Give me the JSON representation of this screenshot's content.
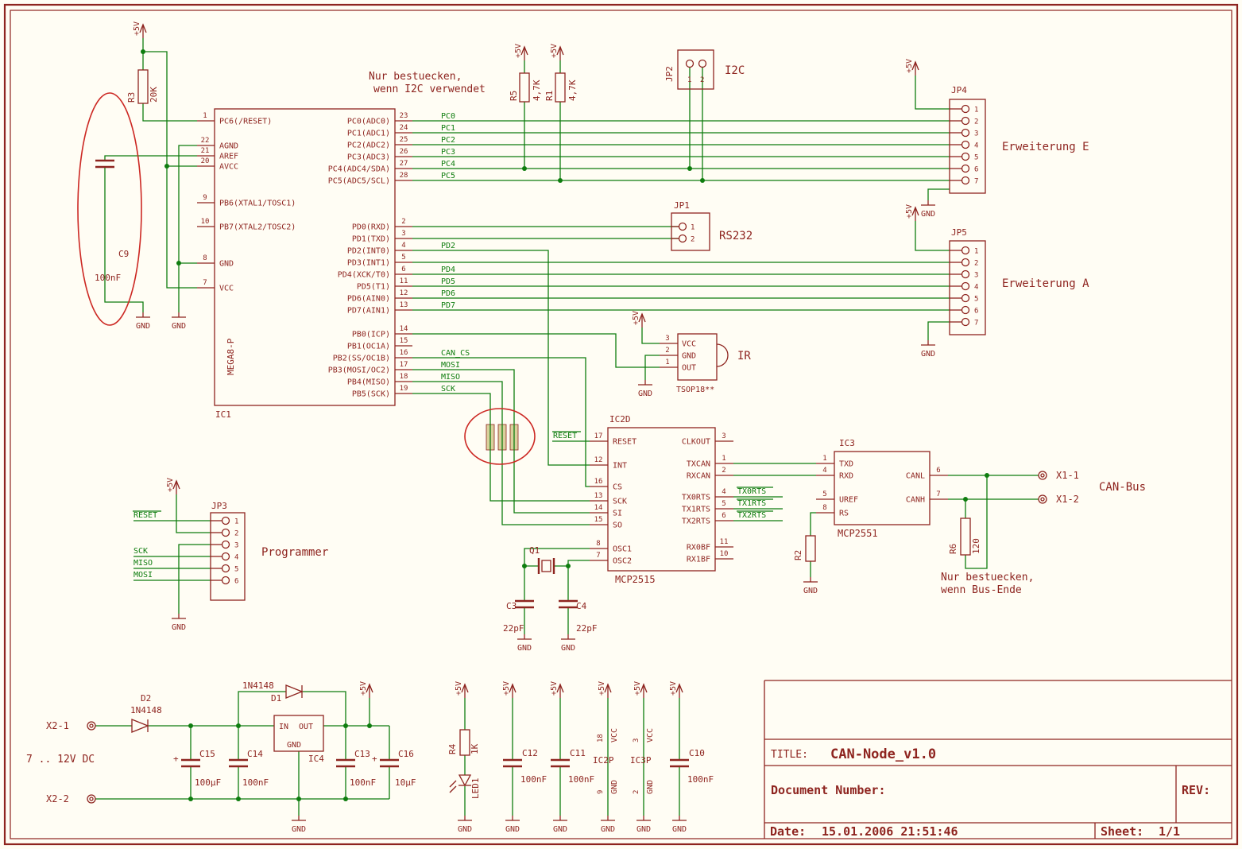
{
  "colors": {
    "symbol": "#8e241f",
    "net": "#0f7d0f",
    "annotation": "#cc2823",
    "background": "#fffdf4",
    "highlight": "#d9d09c"
  },
  "power": {
    "v5": "+5V",
    "gnd": "GND"
  },
  "notes": {
    "i2c_line1": "Nur bestuecken,",
    "i2c_line2": "wenn I2C verwendet",
    "bus_line1": "Nur bestuecken,",
    "bus_line2": "wenn Bus-Ende",
    "dc_input": "7 .. 12V DC"
  },
  "ic1": {
    "ref": "IC1",
    "value": "MEGA8-P",
    "pL1": [
      {
        "num": "1",
        "name": "PC6(/RESET)"
      }
    ],
    "pL2": [
      {
        "num": "22",
        "name": "AGND"
      },
      {
        "num": "21",
        "name": "AREF"
      },
      {
        "num": "20",
        "name": "AVCC"
      }
    ],
    "pL3": [
      {
        "num": "9",
        "name": "PB6(XTAL1/TOSC1)"
      },
      {
        "num": "10",
        "name": "PB7(XTAL2/TOSC2)"
      }
    ],
    "pL4": [
      {
        "num": "8",
        "name": "GND"
      },
      {
        "num": "7",
        "name": "VCC"
      }
    ],
    "pPC": [
      {
        "num": "23",
        "name": "PC0(ADC0)"
      },
      {
        "num": "24",
        "name": "PC1(ADC1)"
      },
      {
        "num": "25",
        "name": "PC2(ADC2)"
      },
      {
        "num": "26",
        "name": "PC3(ADC3)"
      },
      {
        "num": "27",
        "name": "PC4(ADC4/SDA)"
      },
      {
        "num": "28",
        "name": "PC5(ADC5/SCL)"
      }
    ],
    "pPD": [
      {
        "num": "2",
        "name": "PD0(RXD)"
      },
      {
        "num": "3",
        "name": "PD1(TXD)"
      },
      {
        "num": "4",
        "name": "PD2(INT0)"
      },
      {
        "num": "5",
        "name": "PD3(INT1)"
      },
      {
        "num": "6",
        "name": "PD4(XCK/T0)"
      },
      {
        "num": "11",
        "name": "PD5(T1)"
      },
      {
        "num": "12",
        "name": "PD6(AIN0)"
      },
      {
        "num": "13",
        "name": "PD7(AIN1)"
      }
    ],
    "pPB": [
      {
        "num": "14",
        "name": "PB0(ICP)"
      },
      {
        "num": "15",
        "name": "PB1(OC1A)"
      },
      {
        "num": "16",
        "name": "PB2(SS/OC1B)"
      },
      {
        "num": "17",
        "name": "PB3(MOSI/OC2)"
      },
      {
        "num": "18",
        "name": "PB4(MISO)"
      },
      {
        "num": "19",
        "name": "PB5(SCK)"
      }
    ]
  },
  "ic2": {
    "ref": "IC2D",
    "value": "MCP2515",
    "pL1": [
      {
        "num": "17",
        "name": "RESET"
      }
    ],
    "pL2": [
      {
        "num": "12",
        "name": "INT"
      }
    ],
    "pL3": [
      {
        "num": "16",
        "name": "CS"
      }
    ],
    "pL4": [
      {
        "num": "13",
        "name": "SCK"
      },
      {
        "num": "14",
        "name": "SI"
      },
      {
        "num": "15",
        "name": "SO"
      }
    ],
    "pL5": [
      {
        "num": "8",
        "name": "OSC1"
      },
      {
        "num": "7",
        "name": "OSC2"
      }
    ],
    "pR1": [
      {
        "num": "3",
        "name": "CLKOUT"
      }
    ],
    "pR2": [
      {
        "num": "1",
        "name": "TXCAN"
      },
      {
        "num": "2",
        "name": "RXCAN"
      }
    ],
    "pR3": [
      {
        "num": "4",
        "name": "TX0RTS"
      },
      {
        "num": "5",
        "name": "TX1RTS"
      },
      {
        "num": "6",
        "name": "TX2RTS"
      }
    ],
    "pR4": [
      {
        "num": "11",
        "name": "RX0BF"
      },
      {
        "num": "10",
        "name": "RX1BF"
      }
    ]
  },
  "ic3": {
    "ref": "IC3",
    "value": "MCP2551",
    "pL1": [
      {
        "num": "1",
        "name": "TXD"
      },
      {
        "num": "4",
        "name": "RXD"
      }
    ],
    "pL2": [
      {
        "num": "5",
        "name": "UREF"
      },
      {
        "num": "8",
        "name": "RS"
      }
    ],
    "pR": [
      {
        "num": "6",
        "name": "CANL"
      },
      {
        "num": "7",
        "name": "CANH"
      }
    ]
  },
  "nets": {
    "pc": [
      "PC0",
      "PC1",
      "PC2",
      "PC3",
      "PC4",
      "PC5"
    ],
    "pd2": [
      "PD2"
    ],
    "pdr": [
      "PD4",
      "PD5",
      "PD6",
      "PD7"
    ],
    "spi": [
      "CAN_CS",
      "MOSI",
      "MISO",
      "SCK"
    ],
    "rts": [
      "TX0RTS",
      "TX1RTS",
      "TX2RTS"
    ],
    "reset": "RESET"
  },
  "jp1": {
    "ref": "JP1",
    "label": "RS232",
    "pins": [
      "1",
      "2"
    ]
  },
  "jp2": {
    "ref": "JP2",
    "label": "I2C",
    "pins": [
      "1",
      "2"
    ]
  },
  "jp3": {
    "ref": "JP3",
    "label": "Programmer",
    "pins": [
      "1",
      "2",
      "3",
      "4",
      "5",
      "6"
    ]
  },
  "jp4": {
    "ref": "JP4",
    "label": "Erweiterung E",
    "pins": [
      "1",
      "2",
      "3",
      "4",
      "5",
      "6",
      "7"
    ]
  },
  "jp5": {
    "ref": "JP5",
    "label": "Erweiterung A",
    "pins": [
      "1",
      "2",
      "3",
      "4",
      "5",
      "6",
      "7"
    ]
  },
  "ir": {
    "label": "IR",
    "type": "TSOP18**",
    "pins": [
      {
        "num": "3",
        "name": "VCC"
      },
      {
        "num": "2",
        "name": "GND"
      },
      {
        "num": "1",
        "name": "OUT"
      }
    ]
  },
  "parts": {
    "r3": {
      "ref": "R3",
      "value": "20K"
    },
    "r5": {
      "ref": "R5",
      "value": "4,7K"
    },
    "r1": {
      "ref": "R1",
      "value": "4,7K"
    },
    "r2": {
      "ref": "R2"
    },
    "r6": {
      "ref": "R6",
      "value": "120"
    },
    "r4": {
      "ref": "R4",
      "value": "1K"
    },
    "c9": {
      "ref": "C9",
      "value": "100nF"
    },
    "c3": {
      "ref": "C3",
      "value": "22pF"
    },
    "c4": {
      "ref": "C4",
      "value": "22pF"
    },
    "q1": {
      "ref": "Q1"
    },
    "d1": {
      "ref": "D1",
      "value": "1N4148"
    },
    "d2": {
      "ref": "D2",
      "value": "1N4148"
    },
    "ic4": {
      "ref": "IC4",
      "pin_in": "IN",
      "pin_out": "OUT",
      "pin_gnd": "GND"
    },
    "c15": {
      "ref": "C15",
      "value": "100µF",
      "polarity": "+"
    },
    "c14": {
      "ref": "C14",
      "value": "100nF"
    },
    "c13": {
      "ref": "C13",
      "value": "100nF"
    },
    "c16": {
      "ref": "C16",
      "value": "10µF",
      "polarity": "+"
    },
    "led1": {
      "ref": "LED1"
    },
    "c12": {
      "ref": "C12",
      "value": "100nF"
    },
    "c11": {
      "ref": "C11",
      "value": "100nF"
    },
    "c10": {
      "ref": "C10",
      "value": "100nF"
    },
    "ic2p": {
      "ref": "IC2P",
      "vcc_num": "18",
      "vcc": "VCC",
      "gnd_num": "9",
      "gnd": "GND"
    },
    "ic3p": {
      "ref": "IC3P",
      "vcc_num": "3",
      "vcc": "VCC",
      "gnd_num": "2",
      "gnd": "GND"
    }
  },
  "connectors": {
    "x1_1": "X1-1",
    "x1_2": "X1-2",
    "can_bus": "CAN-Bus",
    "x2_1": "X2-1",
    "x2_2": "X2-2"
  },
  "titleblock": {
    "title_label": "TITLE:",
    "title": "CAN-Node_v1.0",
    "doc_label": "Document Number:",
    "rev_label": "REV:",
    "date_label": "Date:",
    "date": "15.01.2006 21:51:46",
    "sheet_label": "Sheet:",
    "sheet": "1/1"
  }
}
